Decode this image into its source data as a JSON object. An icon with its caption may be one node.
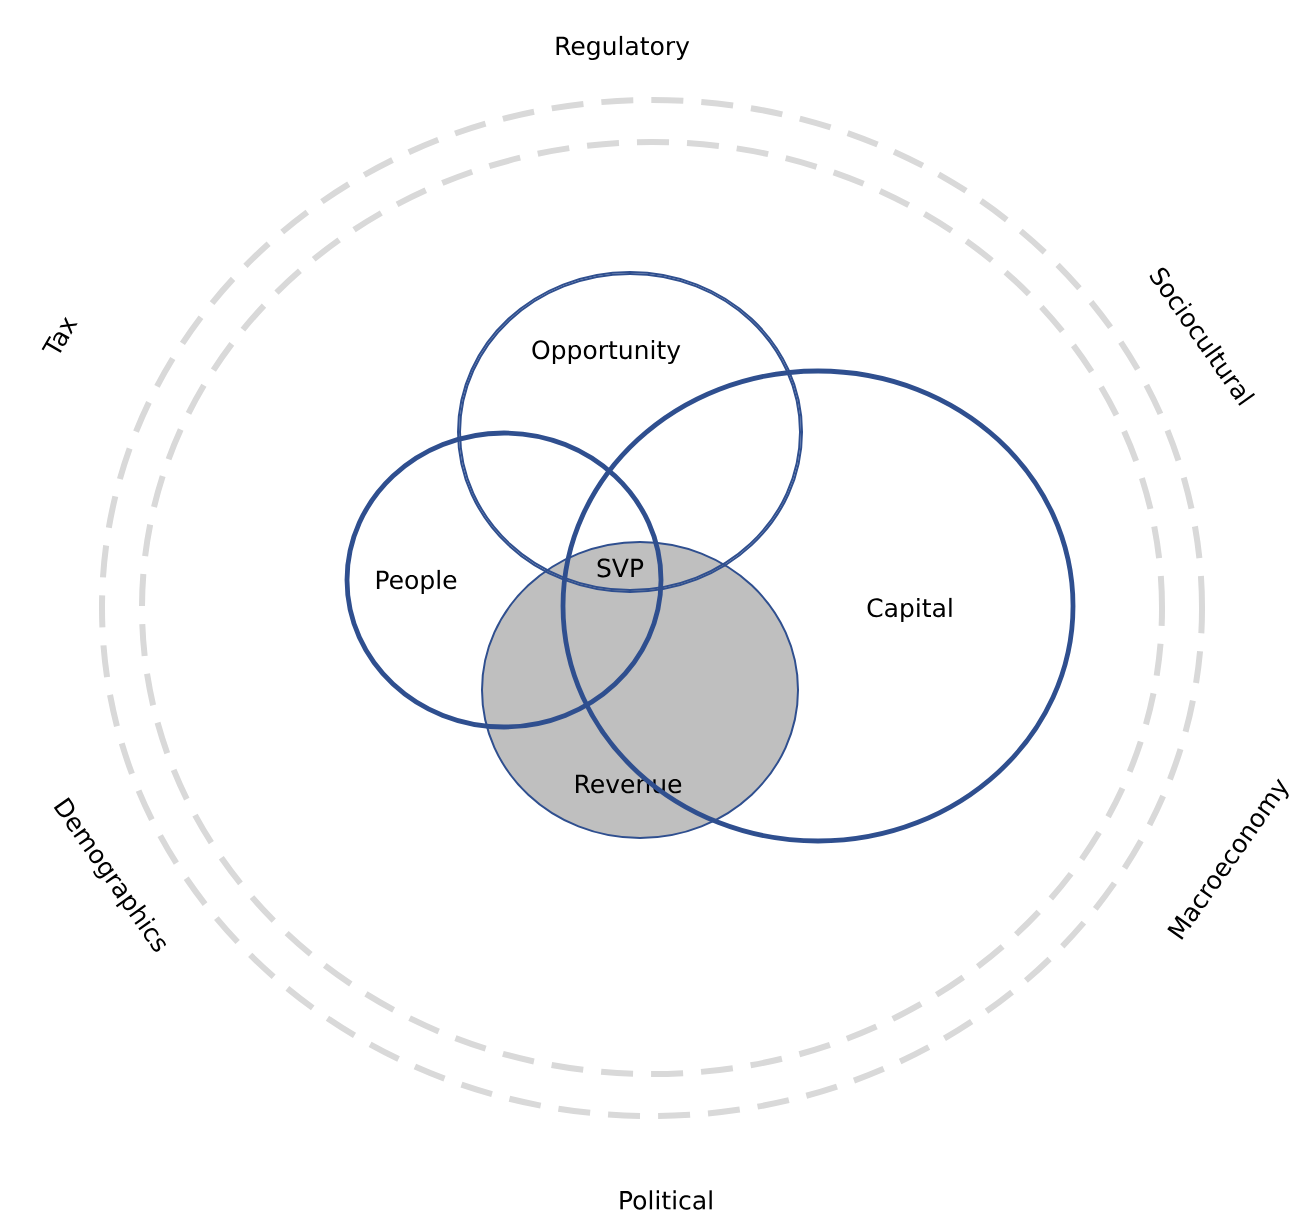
{
  "diagram": {
    "nodes": [
      {
        "text": [
          "Opportunity"
        ]
      },
      {
        "text": [
          "People"
        ]
      },
      {
        "text": [
          "Capital"
        ]
      },
      {
        "text": [
          "Revenue"
        ]
      }
    ],
    "labels": [
      "Regulatory",
      "Tax",
      "Sociocultural",
      "SVP",
      "Demographics",
      "Macroeconomy",
      "Political"
    ]
  }
}
